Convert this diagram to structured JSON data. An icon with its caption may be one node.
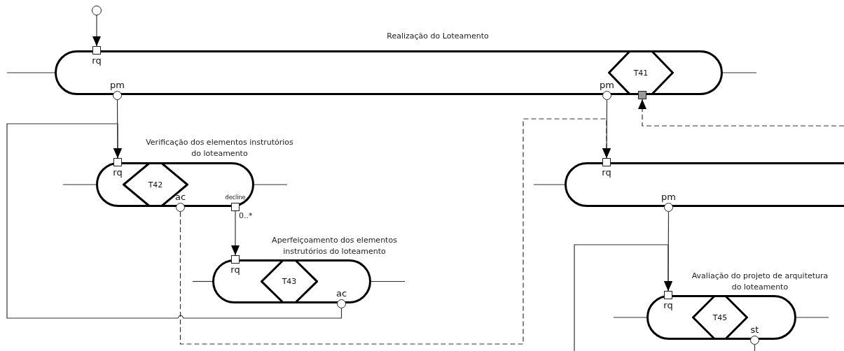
{
  "diagram": {
    "nodes": [
      {
        "text": [],
        "shape": "circle"
      },
      {
        "text": [
          "Realização do Loteamento"
        ]
      },
      {
        "text": [
          "T41"
        ],
        "in": 1
      },
      {
        "text": [
          "rq"
        ],
        "in": 1
      },
      {
        "text": [
          "pm"
        ],
        "in": 1
      },
      {
        "text": [
          "pm"
        ],
        "in": 1
      },
      {
        "text": [],
        "shape": "box",
        "in": 1
      },
      {
        "text": [
          "Verificação dos elementos instrutórios do loteamento"
        ]
      },
      {
        "text": [
          "T42"
        ],
        "in": 7
      },
      {
        "text": [
          "rq"
        ],
        "in": 7
      },
      {
        "text": [
          "ac"
        ],
        "in": 7
      },
      {
        "text": [
          "decline"
        ],
        "in": 7
      },
      {
        "text": [
          "Aperfeiçoamento dos elementos instrutórios do loteamento"
        ]
      },
      {
        "text": [
          "T43"
        ],
        "in": 12
      },
      {
        "text": [
          "rq"
        ],
        "in": 12
      },
      {
        "text": [
          "ac"
        ],
        "in": 12
      },
      {
        "text": [],
        "shape": "box"
      },
      {
        "text": [
          "rq"
        ],
        "in": 16
      },
      {
        "text": [
          "pm"
        ],
        "in": 16
      },
      {
        "text": [
          "Avaliação do projeto de arquitetura do loteamento"
        ]
      },
      {
        "text": [
          "T45"
        ],
        "in": 19
      },
      {
        "text": [
          "rq"
        ],
        "in": 19
      },
      {
        "text": [
          "st"
        ],
        "in": 19
      }
    ],
    "edges": [
      {
        "from": 0,
        "to": 3,
        "arrow": "to"
      },
      {
        "from": 4,
        "to": 9,
        "arrow": "to"
      },
      {
        "from": 15,
        "to": 9,
        "arrow": "to"
      },
      {
        "from": 10,
        "to": 17,
        "arrow": "to",
        "style": "dashed"
      },
      {
        "from": 11,
        "to": 14,
        "arrow": "to",
        "label": "0..*"
      },
      {
        "from": 5,
        "to": 17,
        "arrow": "to"
      },
      {
        "from": null,
        "to": 6,
        "arrow": "to",
        "style": "dashed"
      },
      {
        "from": 18,
        "to": 21,
        "arrow": "to"
      },
      {
        "from": null,
        "to": 21,
        "arrow": "to"
      },
      {
        "from": 22,
        "to": null,
        "arrow": "none"
      },
      {
        "from": 1,
        "to": null,
        "arrow": "none"
      },
      {
        "from": 1,
        "to": null,
        "arrow": "none"
      },
      {
        "from": 7,
        "to": null,
        "arrow": "none"
      },
      {
        "from": 7,
        "to": null,
        "arrow": "none"
      },
      {
        "from": 12,
        "to": null,
        "arrow": "none"
      },
      {
        "from": 12,
        "to": null,
        "arrow": "none"
      },
      {
        "from": 16,
        "to": null,
        "arrow": "none"
      },
      {
        "from": 19,
        "to": null,
        "arrow": "none"
      },
      {
        "from": 19,
        "to": null,
        "arrow": "none"
      }
    ]
  }
}
